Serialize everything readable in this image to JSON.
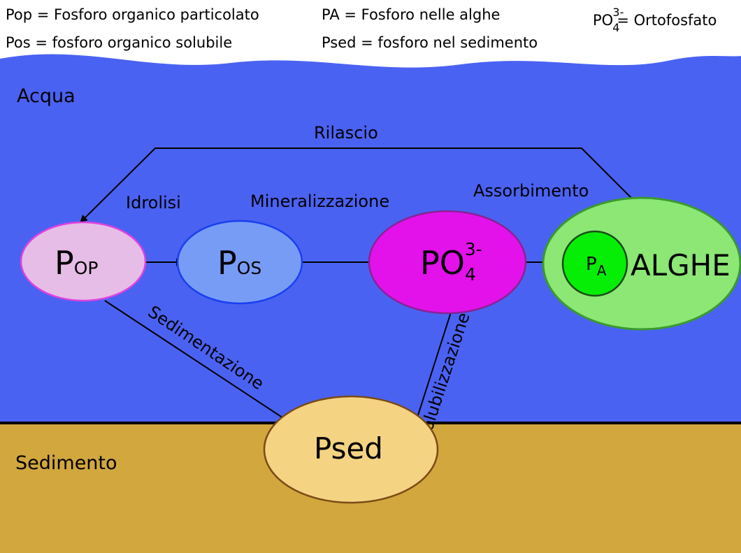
{
  "legend": {
    "pop": "Pop = Fosforo organico particolato",
    "pos": "Pos = fosforo organico solubile",
    "pa": "PA = Fosforo nelle alghe",
    "psed": "Psed = fosforo nel sedimento",
    "ortho_base": "PO",
    "ortho_sub": "4",
    "ortho_sup": "3-",
    "ortho_rest": "= Ortofosfato"
  },
  "zones": {
    "water": "Acqua",
    "sediment": "Sedimento"
  },
  "processes": {
    "rilascio": "Rilascio",
    "idrolisi": "Idrolisi",
    "mineralizzazione": "Mineralizzazione",
    "assorbimento": "Assorbimento",
    "sedimentazione": "Sedimentazione",
    "solubilizzazione": "Solubilizzazione"
  },
  "nodes": {
    "pop": {
      "main": "P",
      "sub": "OP"
    },
    "pos": {
      "main": "P",
      "sub": "OS"
    },
    "po4": {
      "main": "PO",
      "sub": "4",
      "sup": "3-"
    },
    "alghe": {
      "label": "ALGHE"
    },
    "pa": {
      "main": "P",
      "sub": "A"
    },
    "psed": {
      "label": "Psed"
    }
  },
  "colors": {
    "water": "#4a62f2",
    "sediment": "#d1a73e",
    "pop_fill": "#e6bde6",
    "pop_stroke": "#e040e0",
    "pos_fill": "#779cf5",
    "pos_stroke": "#1a3ff0",
    "po4_fill": "#e312eb",
    "po4_stroke": "#8a2296",
    "alghe_fill": "#8ce775",
    "alghe_stroke": "#3a9a2e",
    "pa_fill": "#06ee06",
    "psed_fill": "#f4d382",
    "psed_stroke": "#7a4a16"
  }
}
